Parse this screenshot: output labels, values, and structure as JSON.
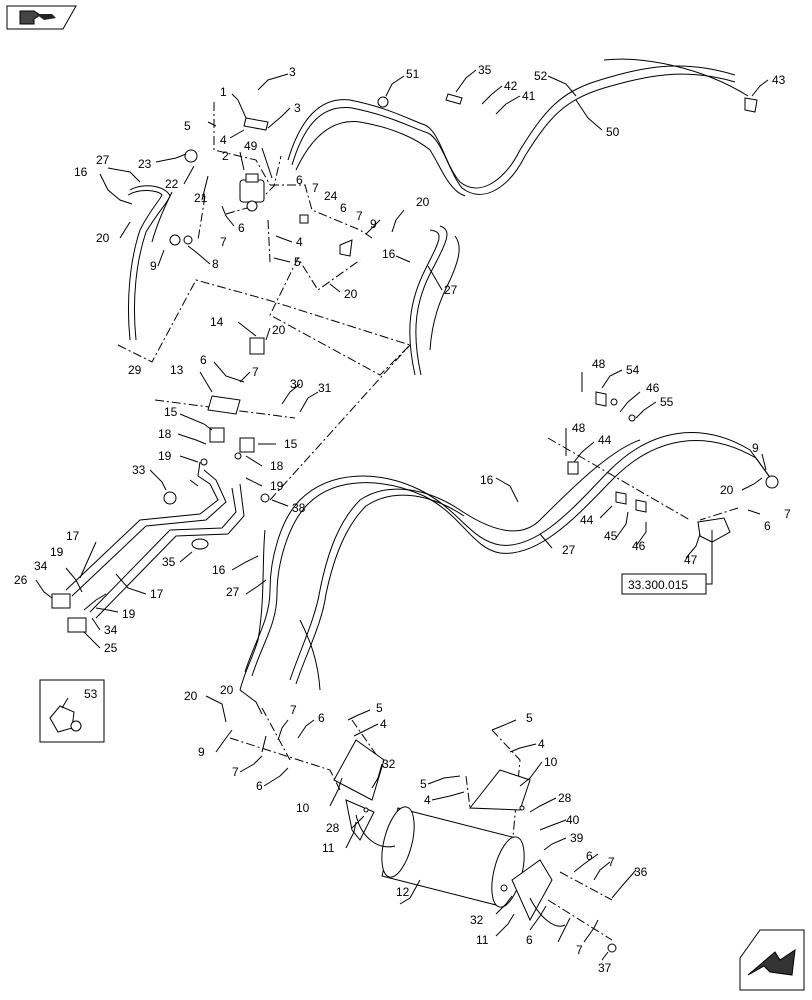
{
  "diagram": {
    "reference_box": "33.300.015",
    "labels": [
      {
        "id": "l3a",
        "text": "3"
      },
      {
        "id": "l51",
        "text": "51"
      },
      {
        "id": "l35a",
        "text": "35"
      },
      {
        "id": "l52",
        "text": "52"
      },
      {
        "id": "l43",
        "text": "43"
      },
      {
        "id": "l1",
        "text": "1"
      },
      {
        "id": "l3b",
        "text": "3"
      },
      {
        "id": "l42",
        "text": "42"
      },
      {
        "id": "l41",
        "text": "41"
      },
      {
        "id": "l5a",
        "text": "5"
      },
      {
        "id": "l4a",
        "text": "4"
      },
      {
        "id": "l50",
        "text": "50"
      },
      {
        "id": "l27a",
        "text": "27"
      },
      {
        "id": "l23",
        "text": "23"
      },
      {
        "id": "l2",
        "text": "2"
      },
      {
        "id": "l49",
        "text": "49"
      },
      {
        "id": "l16a",
        "text": "16"
      },
      {
        "id": "l22",
        "text": "22"
      },
      {
        "id": "l21",
        "text": "21"
      },
      {
        "id": "l6a",
        "text": "6"
      },
      {
        "id": "l7a",
        "text": "7"
      },
      {
        "id": "l24",
        "text": "24"
      },
      {
        "id": "l6b",
        "text": "6"
      },
      {
        "id": "l7b",
        "text": "7"
      },
      {
        "id": "l9a",
        "text": "9"
      },
      {
        "id": "l20a",
        "text": "20"
      },
      {
        "id": "l20b",
        "text": "20"
      },
      {
        "id": "l6c",
        "text": "6"
      },
      {
        "id": "l7c",
        "text": "7"
      },
      {
        "id": "l4b",
        "text": "4"
      },
      {
        "id": "l16b",
        "text": "16"
      },
      {
        "id": "l9b",
        "text": "9"
      },
      {
        "id": "l8",
        "text": "8"
      },
      {
        "id": "l5b",
        "text": "5"
      },
      {
        "id": "l27b",
        "text": "27"
      },
      {
        "id": "l20c",
        "text": "20"
      },
      {
        "id": "l14",
        "text": "14"
      },
      {
        "id": "l20d",
        "text": "20"
      },
      {
        "id": "l6d",
        "text": "6"
      },
      {
        "id": "l7d",
        "text": "7"
      },
      {
        "id": "l48a",
        "text": "48"
      },
      {
        "id": "l54",
        "text": "54"
      },
      {
        "id": "l29",
        "text": "29"
      },
      {
        "id": "l13",
        "text": "13"
      },
      {
        "id": "l30",
        "text": "30"
      },
      {
        "id": "l31",
        "text": "31"
      },
      {
        "id": "l46a",
        "text": "46"
      },
      {
        "id": "l55",
        "text": "55"
      },
      {
        "id": "l15a",
        "text": "15"
      },
      {
        "id": "l48b",
        "text": "48"
      },
      {
        "id": "l44a",
        "text": "44"
      },
      {
        "id": "l18a",
        "text": "18"
      },
      {
        "id": "l15b",
        "text": "15"
      },
      {
        "id": "l19a",
        "text": "19"
      },
      {
        "id": "l18b",
        "text": "18"
      },
      {
        "id": "l9c",
        "text": "9"
      },
      {
        "id": "l33",
        "text": "33"
      },
      {
        "id": "l19b",
        "text": "19"
      },
      {
        "id": "l16c",
        "text": "16"
      },
      {
        "id": "l20e",
        "text": "20"
      },
      {
        "id": "l7e",
        "text": "7"
      },
      {
        "id": "l38",
        "text": "38"
      },
      {
        "id": "l44b",
        "text": "44"
      },
      {
        "id": "l6e",
        "text": "6"
      },
      {
        "id": "l17a",
        "text": "17"
      },
      {
        "id": "l45",
        "text": "45"
      },
      {
        "id": "l27c",
        "text": "27"
      },
      {
        "id": "l35b",
        "text": "35"
      },
      {
        "id": "l16d",
        "text": "16"
      },
      {
        "id": "l46b",
        "text": "46"
      },
      {
        "id": "l47",
        "text": "47"
      },
      {
        "id": "l19c",
        "text": "19"
      },
      {
        "id": "l34a",
        "text": "34"
      },
      {
        "id": "l26",
        "text": "26"
      },
      {
        "id": "l27d",
        "text": "27"
      },
      {
        "id": "l17b",
        "text": "17"
      },
      {
        "id": "l19d",
        "text": "19"
      },
      {
        "id": "l34b",
        "text": "34"
      },
      {
        "id": "l25",
        "text": "25"
      },
      {
        "id": "l53",
        "text": "53"
      },
      {
        "id": "l20f",
        "text": "20"
      },
      {
        "id": "l20g",
        "text": "20"
      },
      {
        "id": "l5c",
        "text": "5"
      },
      {
        "id": "l7f",
        "text": "7"
      },
      {
        "id": "l6f",
        "text": "6"
      },
      {
        "id": "l4c",
        "text": "4"
      },
      {
        "id": "l5d",
        "text": "5"
      },
      {
        "id": "l9d",
        "text": "9"
      },
      {
        "id": "l4d",
        "text": "4"
      },
      {
        "id": "l7g",
        "text": "7"
      },
      {
        "id": "l6g",
        "text": "6"
      },
      {
        "id": "l10a",
        "text": "10"
      },
      {
        "id": "l32a",
        "text": "32"
      },
      {
        "id": "l5e",
        "text": "5"
      },
      {
        "id": "l4e",
        "text": "4"
      },
      {
        "id": "l10b",
        "text": "10"
      },
      {
        "id": "l28a",
        "text": "28"
      },
      {
        "id": "l28b",
        "text": "28"
      },
      {
        "id": "l40",
        "text": "40"
      },
      {
        "id": "l39",
        "text": "39"
      },
      {
        "id": "l11a",
        "text": "11"
      },
      {
        "id": "l6h",
        "text": "6"
      },
      {
        "id": "l7h",
        "text": "7"
      },
      {
        "id": "l12",
        "text": "12"
      },
      {
        "id": "l36",
        "text": "36"
      },
      {
        "id": "l32b",
        "text": "32"
      },
      {
        "id": "l11b",
        "text": "11"
      },
      {
        "id": "l6i",
        "text": "6"
      },
      {
        "id": "l7i",
        "text": "7"
      },
      {
        "id": "l37",
        "text": "37"
      }
    ],
    "icons": {
      "top_left": "view-direction-icon",
      "bottom_right": "next-page-arrow-icon"
    }
  }
}
